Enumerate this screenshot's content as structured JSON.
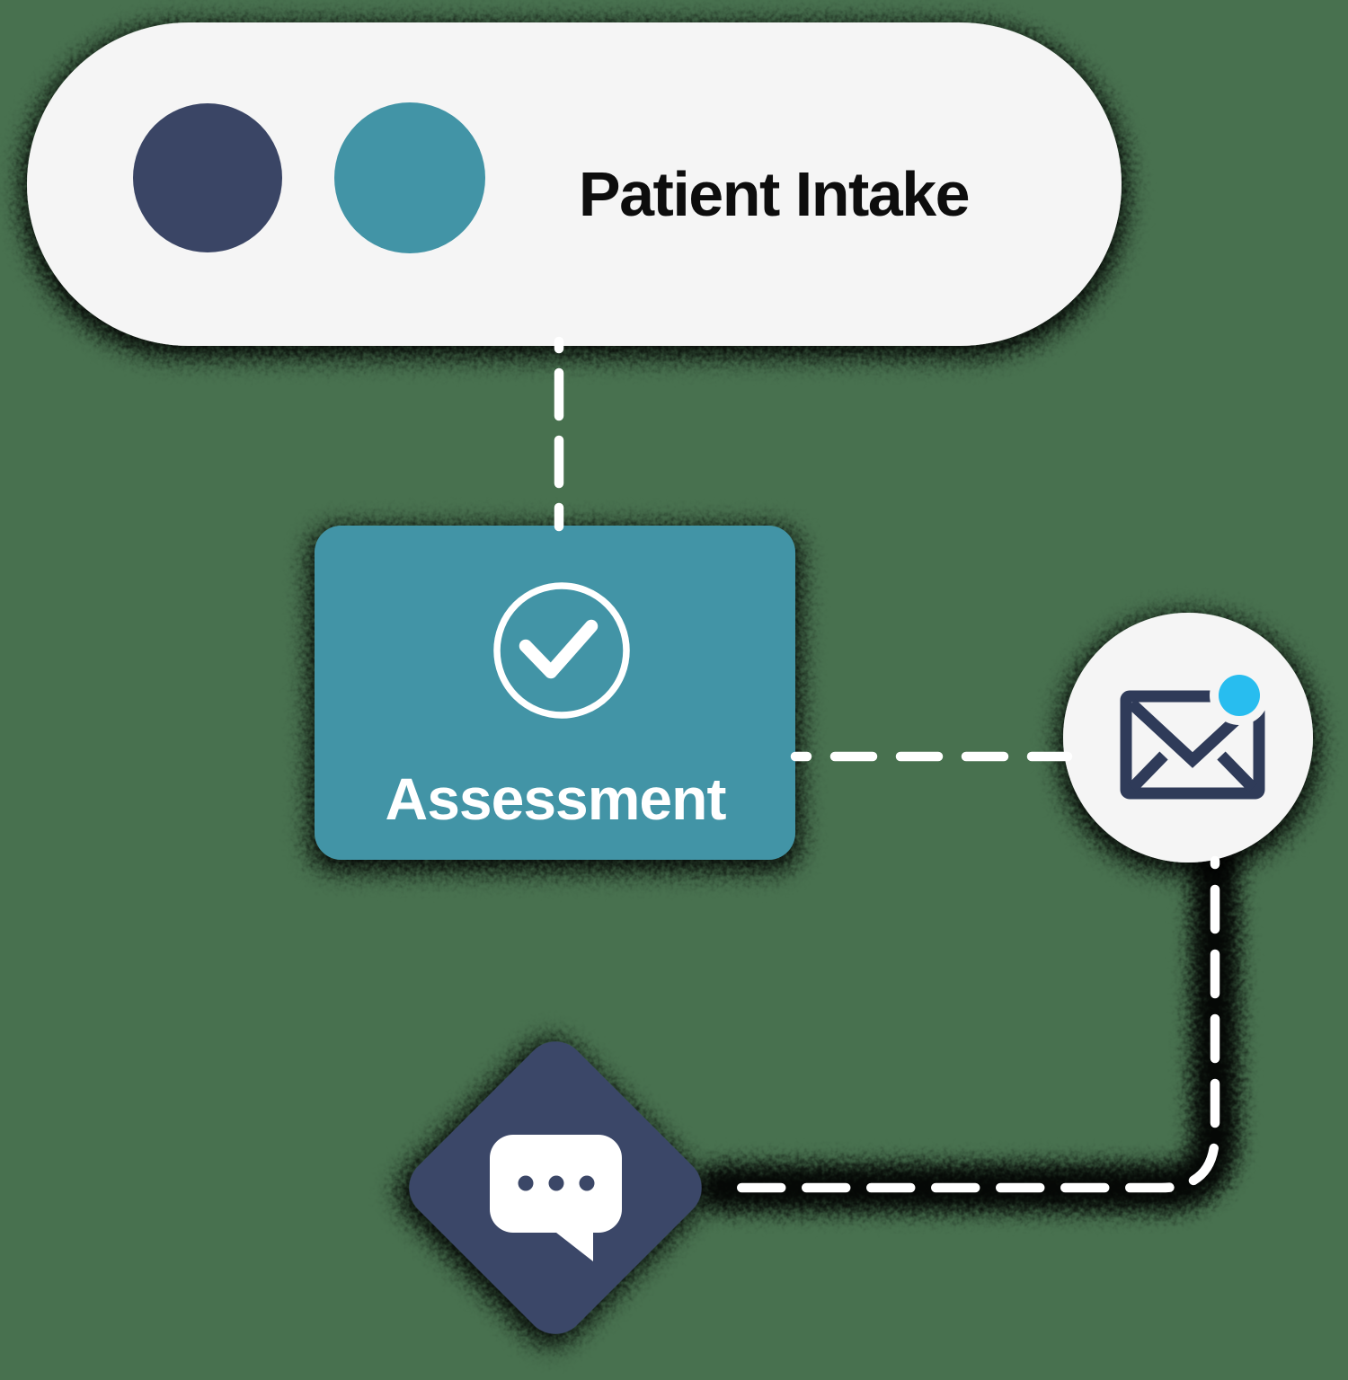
{
  "canvas": {
    "background": "#48714F",
    "description": "Patient workflow flowchart illustration"
  },
  "palette": {
    "node_bg_light": "#F5F5F5",
    "navy": "#3A4565",
    "navy_mid": "#3B4767",
    "navy_dark": "#2F3B59",
    "teal": "#4294A6",
    "cyan": "#28BDEF",
    "white": "#FFFFFF",
    "text_dark": "#0D0D0D",
    "shadow": "#000000"
  },
  "nodes": {
    "patient_intake": {
      "label": "Patient Intake",
      "shape": "pill",
      "dots": [
        {
          "name": "navy-dot",
          "color": "#3A4565"
        },
        {
          "name": "teal-dot",
          "color": "#4294A6"
        }
      ]
    },
    "assessment": {
      "label": "Assessment",
      "shape": "rounded-rectangle",
      "icon": "check-circle-icon"
    },
    "email": {
      "shape": "circle",
      "icon": "envelope-notification-icon",
      "notification_color": "#28BDEF"
    },
    "chat": {
      "shape": "diamond",
      "icon": "chat-bubble-icon"
    }
  },
  "connectors": [
    {
      "from": "patient_intake",
      "to": "assessment",
      "style": "dashed",
      "color": "#FFFFFF"
    },
    {
      "from": "assessment",
      "to": "email",
      "style": "dashed",
      "color": "#FFFFFF"
    },
    {
      "from": "email",
      "to": "chat",
      "style": "dashed",
      "color": "#FFFFFF"
    }
  ]
}
